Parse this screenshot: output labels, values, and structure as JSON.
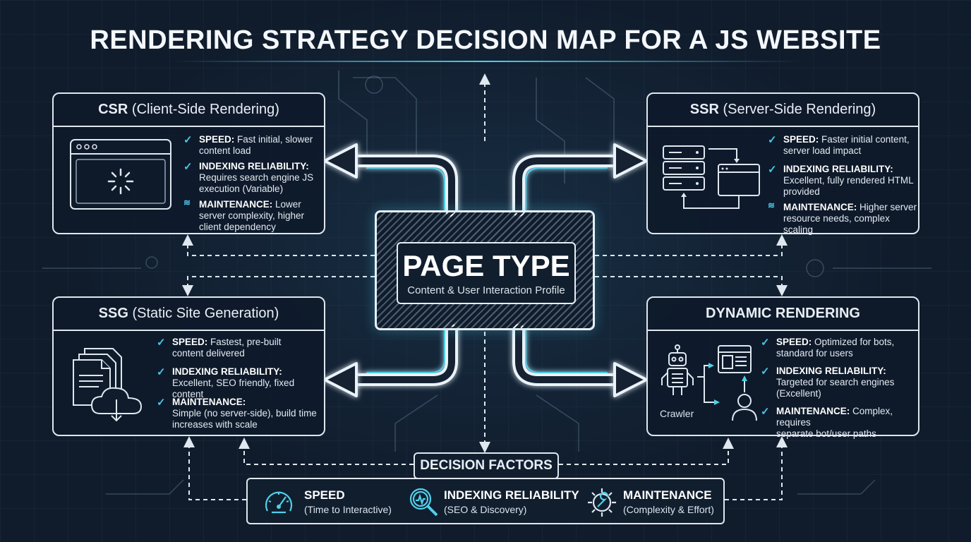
{
  "title": "RENDERING STRATEGY DECISION MAP FOR A JS WEBSITE",
  "center": {
    "title": "PAGE TYPE",
    "subtitle": "Content & User Interaction Profile"
  },
  "cards": {
    "csr": {
      "abbr": "CSR",
      "name": "(Client-Side Rendering)",
      "speed_label": "SPEED:",
      "speed_text_1": " Fast initial, slower",
      "speed_text_2": "content load",
      "indexing_label": "INDEXING RELIABILITY:",
      "indexing_text_1": "Requires search engine JS",
      "indexing_text_2": "execution (Variable)",
      "maintenance_label": "MAINTENANCE:",
      "maintenance_text_1": " Lower",
      "maintenance_text_2": "server complexity, higher",
      "maintenance_text_3": "client dependency"
    },
    "ssr": {
      "abbr": "SSR",
      "name": "(Server-Side Rendering)",
      "speed_label": "SPEED:",
      "speed_text_1": " Faster initial content,",
      "speed_text_2": "server load impact",
      "indexing_label": "INDEXING RELIABILITY:",
      "indexing_text_1": "Excellent, fully rendered HTML",
      "indexing_text_2": "provided",
      "maintenance_label": "MAINTENANCE:",
      "maintenance_text_1": " Higher server",
      "maintenance_text_2": "resource needs, complex scaling"
    },
    "ssg": {
      "abbr": "SSG",
      "name": "(Static Site Generation)",
      "speed_label": "SPEED:",
      "speed_text_1": " Fastest, pre-built",
      "speed_text_2": "content delivered",
      "indexing_label": "INDEXING RELIABILITY:",
      "indexing_text_1": "Excellent, SEO friendly, fixed content",
      "maintenance_label": "MAINTENANCE:",
      "maintenance_text_1": "Simple (no server-side), build time",
      "maintenance_text_2": "increases with scale"
    },
    "dynamic": {
      "title": "DYNAMIC RENDERING",
      "speed_label": "SPEED:",
      "speed_text_1": " Optimized for bots,",
      "speed_text_2": "standard for users",
      "indexing_label": "INDEXING RELIABILITY:",
      "indexing_text_1": "Targeted for search engines",
      "indexing_text_2": "(Excellent)",
      "maintenance_label": "MAINTENANCE:",
      "maintenance_text_1": " Complex, requires",
      "maintenance_text_2": "separate bot/user paths",
      "crawler_label": "Crawler"
    }
  },
  "decision_factors": {
    "label": "DECISION FACTORS",
    "items": [
      {
        "title": "SPEED",
        "subtitle": "(Time to Interactive)",
        "icon": "speedometer-icon"
      },
      {
        "title": "INDEXING RELIABILITY",
        "subtitle": "(SEO & Discovery)",
        "icon": "magnifier-icon"
      },
      {
        "title": "MAINTENANCE",
        "subtitle": "(Complexity & Effort)",
        "icon": "gear-wrench-icon"
      }
    ]
  },
  "colors": {
    "accent": "#4fd0ea",
    "line": "#dfe7ef",
    "background": "#101c2c"
  }
}
